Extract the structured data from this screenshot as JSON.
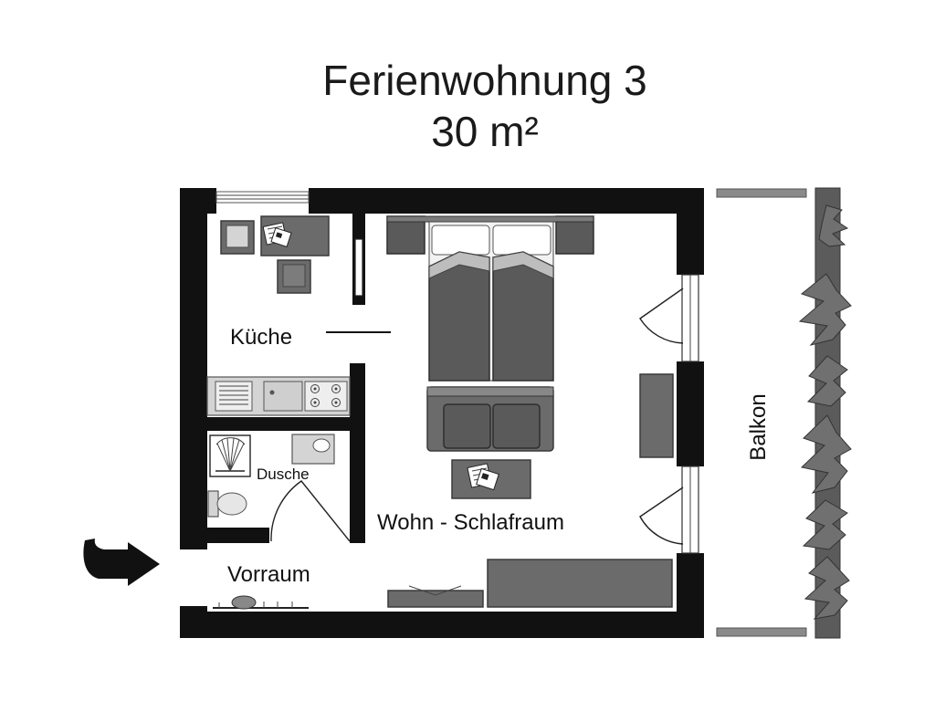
{
  "title": "Ferienwohnung 3",
  "subtitle": "30 m²",
  "rooms": {
    "kitchen": "Küche",
    "shower": "Dusche",
    "living": "Wohn - Schlafraum",
    "hall": "Vorraum",
    "balcony": "Balkon"
  },
  "colors": {
    "wall": "#111111",
    "furniture": "#6b6b6b",
    "fixture": "#d4d4d4"
  },
  "icons": {
    "entrance": "entrance-arrow-icon"
  }
}
